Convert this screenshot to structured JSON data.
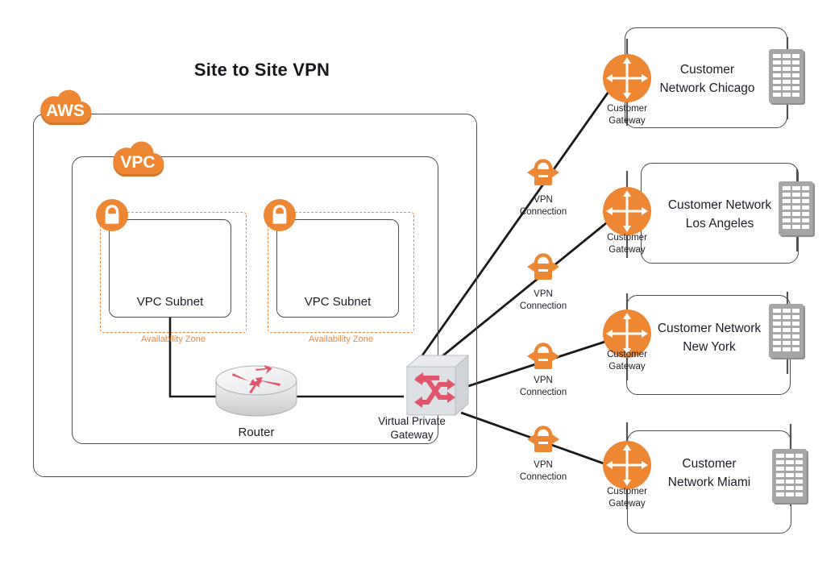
{
  "title": "Site to Site VPN",
  "colors": {
    "aws_orange": "#ED8733",
    "az_dashed": "#E98A3C",
    "router_arrow": "#E2556A",
    "vpg_arrow": "#E2556A",
    "building_gray": "#A6A6A6",
    "box_border": "#4b4b4b",
    "text_dark": "#1b1e27"
  },
  "aws_cloud": {
    "label": "AWS",
    "icon": "cloud-icon"
  },
  "vpc_cloud": {
    "label": "VPC",
    "icon": "cloud-icon"
  },
  "availability_zones": [
    {
      "label": "Availability Zone",
      "subnet_label": "VPC Subnet",
      "lock_icon": "lock-icon"
    },
    {
      "label": "Availability Zone",
      "subnet_label": "VPC Subnet",
      "lock_icon": "lock-icon"
    }
  ],
  "router": {
    "label": "Router",
    "icon": "router-icon"
  },
  "virtual_private_gateway": {
    "label_line1": "Virtual Private",
    "label_line2": "Gateway",
    "icon": "virtual-private-gateway-icon"
  },
  "vpn_connections": [
    {
      "label_line1": "VPN",
      "label_line2": "Connection",
      "icon": "vpn-padlock-icon"
    },
    {
      "label_line1": "VPN",
      "label_line2": "Connection",
      "icon": "vpn-padlock-icon"
    },
    {
      "label_line1": "VPN",
      "label_line2": "Connection",
      "icon": "vpn-padlock-icon"
    },
    {
      "label_line1": "VPN",
      "label_line2": "Connection",
      "icon": "vpn-padlock-icon"
    }
  ],
  "customer_gateways": [
    {
      "label_line1": "Customer",
      "label_line2": "Gateway",
      "icon": "customer-gateway-icon"
    },
    {
      "label_line1": "Customer",
      "label_line2": "Gateway",
      "icon": "customer-gateway-icon"
    },
    {
      "label_line1": "Customer",
      "label_line2": "Gateway",
      "icon": "customer-gateway-icon"
    },
    {
      "label_line1": "Customer",
      "label_line2": "Gateway",
      "icon": "customer-gateway-icon"
    }
  ],
  "customer_networks": [
    {
      "line1": "Customer",
      "line2": "Network Chicago",
      "building_icon": "building-icon"
    },
    {
      "line1": "Customer Network",
      "line2": "Los Angeles",
      "building_icon": "building-icon"
    },
    {
      "line1": "Customer Network",
      "line2": "New York",
      "building_icon": "building-icon"
    },
    {
      "line1": "Customer",
      "line2": "Network Miami",
      "building_icon": "building-icon"
    }
  ]
}
